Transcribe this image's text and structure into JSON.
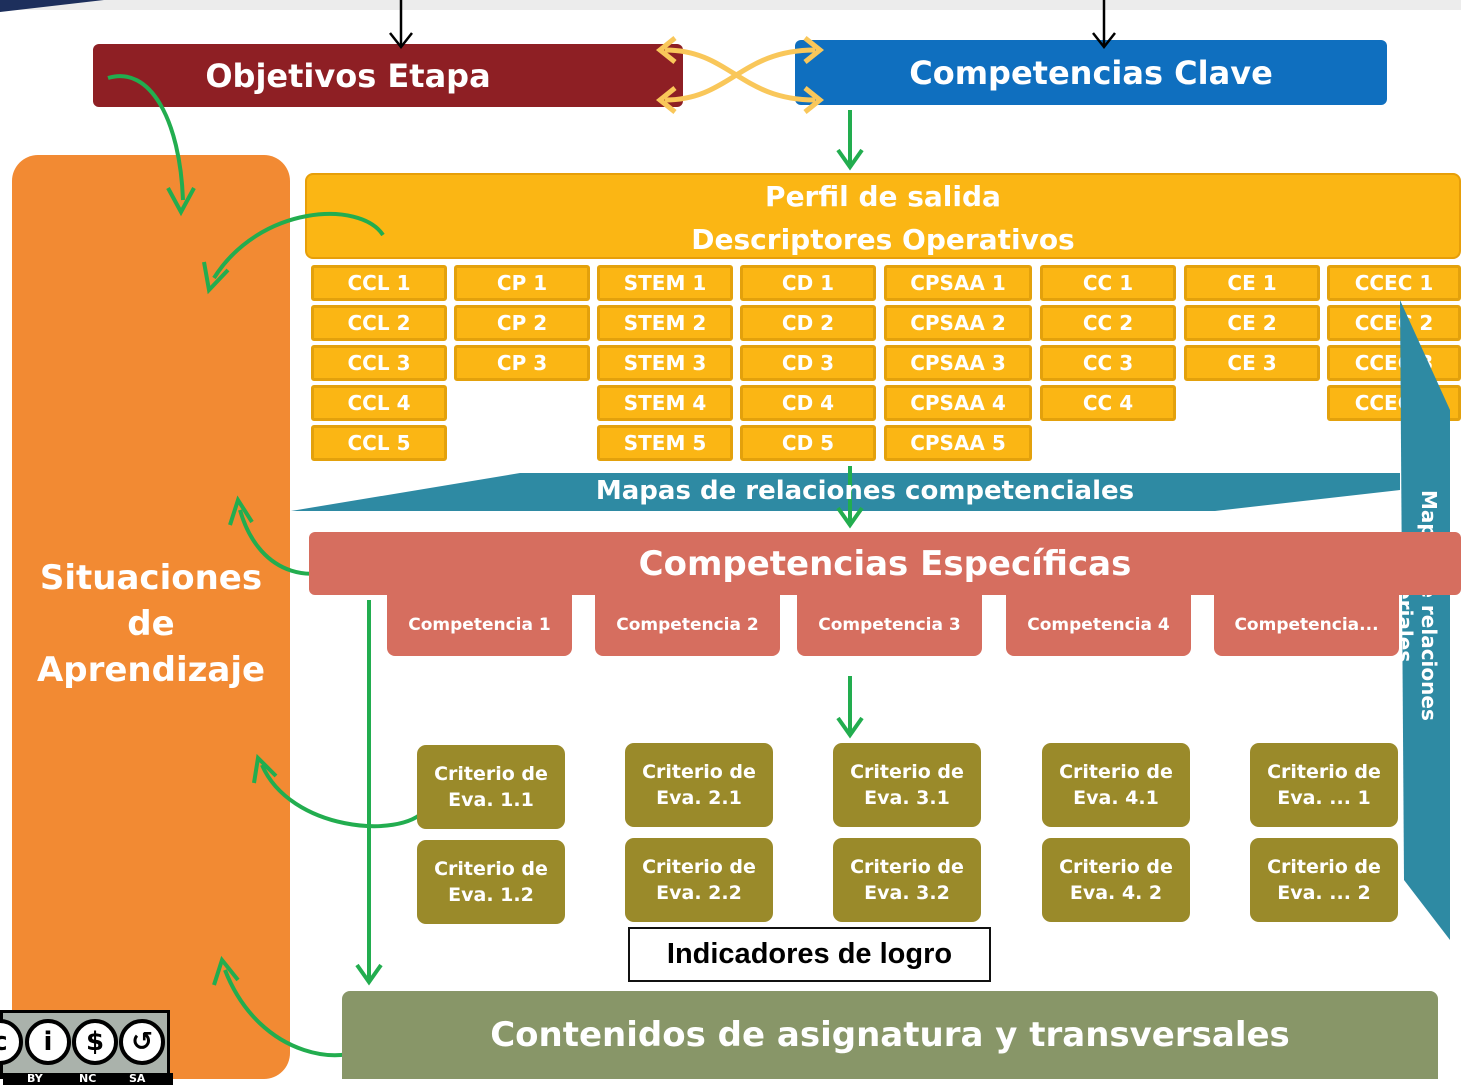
{
  "header": {
    "objetivos": "Objetivos Etapa",
    "competencias_clave": "Competencias Clave"
  },
  "situaciones": {
    "line1": "Situaciones",
    "line2": "de",
    "line3": "Aprendizaje"
  },
  "perfil": {
    "line1": "Perfil de salida",
    "line2": "Descriptores Operativos"
  },
  "descriptores": {
    "ccl": [
      "CCL 1",
      "CCL 2",
      "CCL 3",
      "CCL 4",
      "CCL 5"
    ],
    "cp": [
      "CP 1",
      "CP 2",
      "CP 3"
    ],
    "stem": [
      "STEM 1",
      "STEM 2",
      "STEM 3",
      "STEM 4",
      "STEM 5"
    ],
    "cd": [
      "CD 1",
      "CD 2",
      "CD 3",
      "CD 4",
      "CD 5"
    ],
    "cpsaa": [
      "CPSAA 1",
      "CPSAA 2",
      "CPSAA 3",
      "CPSAA 4",
      "CPSAA 5"
    ],
    "cc": [
      "CC 1",
      "CC 2",
      "CC 3",
      "CC 4"
    ],
    "ce": [
      "CE 1",
      "CE 2",
      "CE 3"
    ],
    "cce": [
      "CCEC 1",
      "CCEC 2",
      "CCEC 3",
      "CCEC 4"
    ]
  },
  "mapas_competenciales": "Mapas de relaciones competenciales",
  "mapas_criteriales": "Mapas de relaciones criteriales",
  "especificas": {
    "title": "Competencias Específicas",
    "items": [
      "Competencia 1",
      "Competencia 2",
      "Competencia 3",
      "Competencia 4",
      "Competencia..."
    ]
  },
  "criterios": [
    {
      "a": "Criterio de",
      "b": "Eva. 1.1",
      "c": "Criterio de",
      "d": "Eva. 1.2"
    },
    {
      "a": "Criterio de",
      "b": "Eva. 2.1",
      "c": "Criterio de",
      "d": "Eva. 2.2"
    },
    {
      "a": "Criterio de",
      "b": "Eva. 3.1",
      "c": "Criterio de",
      "d": "Eva. 3.2"
    },
    {
      "a": "Criterio de",
      "b": "Eva. 4.1",
      "c": "Criterio de",
      "d": "Eva. 4. 2"
    },
    {
      "a": "Criterio de",
      "b": "Eva. ... 1",
      "c": "Criterio de",
      "d": "Eva. ... 2"
    }
  ],
  "indicadores": "Indicadores de logro",
  "contenidos": "Contenidos de asignatura y transversales",
  "license": {
    "by": "BY",
    "nc": "NC",
    "sa": "SA"
  },
  "colors": {
    "objetivos": "#8e1f24",
    "competencias_clave": "#0f6fbf",
    "situaciones": "#f28a33",
    "perfil": "#fbb614",
    "mapas": "#2e8aa3",
    "especificas": "#d66e5f",
    "criterios": "#9a8a2a",
    "contenidos": "#889668",
    "arrows": "#22ad4f"
  }
}
